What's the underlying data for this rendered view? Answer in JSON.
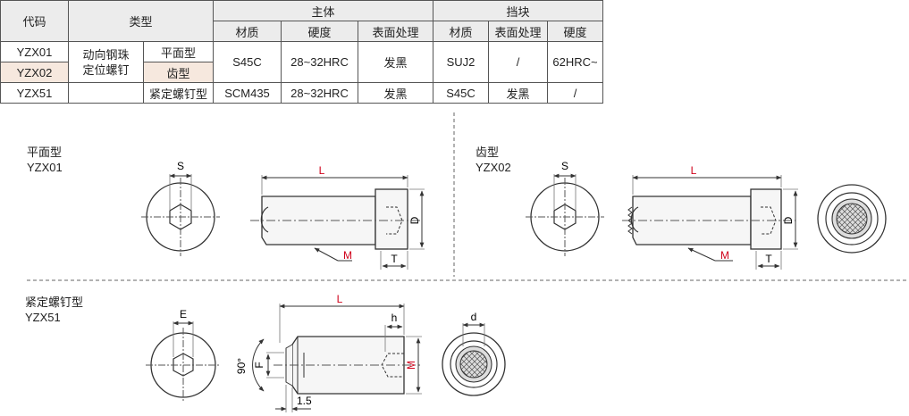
{
  "table": {
    "col_headers": {
      "code": "代码",
      "type": "类型",
      "main_body": "主体",
      "stopper": "挡块",
      "material": "材质",
      "hardness": "硬度",
      "surface": "表面处理",
      "stopper_material": "材质",
      "stopper_surface": "表面处理",
      "stopper_hardness": "硬度"
    },
    "rows": [
      {
        "code": "YZX01",
        "subtype": "平面型",
        "material": "S45C",
        "hardness": "28~32HRC",
        "surface": "发黑",
        "s_material": "SUJ2",
        "s_surface": "/",
        "s_hardness": "62HRC~"
      },
      {
        "code": "YZX02",
        "subtype": "齿型"
      },
      {
        "code": "YZX51",
        "subtype": "紧定螺钉型",
        "material": "SCM435",
        "hardness": "28~32HRC",
        "surface": "发黑",
        "s_material": "S45C",
        "s_surface": "发黑",
        "s_hardness": "/"
      }
    ],
    "group_type_line1": "动向钢珠",
    "group_type_line2": "定位螺钉"
  },
  "sections": {
    "flat": {
      "name": "平面型",
      "code": "YZX01"
    },
    "tooth": {
      "name": "齿型",
      "code": "YZX02"
    },
    "setscrew": {
      "name": "紧定螺钉型",
      "code": "YZX51"
    }
  },
  "dims": {
    "S": "S",
    "L": "L",
    "D": "D",
    "M": "M",
    "T": "T",
    "E": "E",
    "h": "h",
    "F": "F",
    "d": "d",
    "angle": "90°",
    "len": "1.5"
  },
  "colors": {
    "dim_red": "#d0021b",
    "line": "#333333",
    "header_bg": "#ececec",
    "highlight": "#f6e8de"
  }
}
